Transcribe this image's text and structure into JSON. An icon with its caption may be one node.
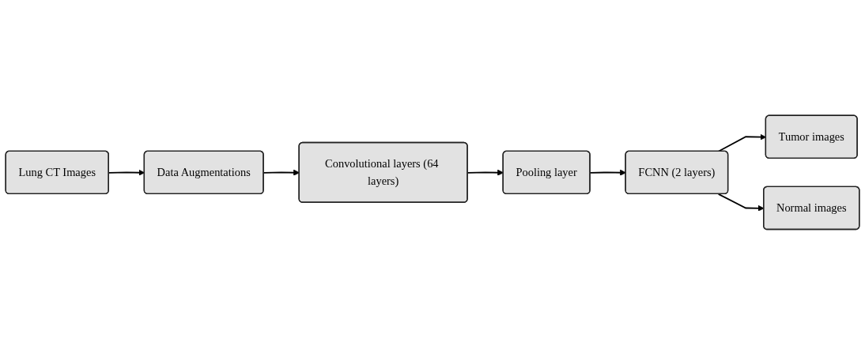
{
  "diagram": {
    "nodes": [
      {
        "text": [
          "Lung CT Images"
        ]
      },
      {
        "text": [
          "Data Augmentations"
        ]
      },
      {
        "text": [
          "Convolutional layers (64 layers)"
        ]
      },
      {
        "text": [
          "Pooling layer"
        ]
      },
      {
        "text": [
          "FCNN (2 layers)"
        ]
      },
      {
        "text": [
          "Tumor images"
        ]
      },
      {
        "text": [
          "Normal images"
        ]
      }
    ],
    "edges": [
      {
        "from": 0,
        "to": 1,
        "arrow": "to"
      },
      {
        "from": 1,
        "to": 2,
        "arrow": "to"
      },
      {
        "from": 2,
        "to": 3,
        "arrow": "to"
      },
      {
        "from": 3,
        "to": 4,
        "arrow": "to"
      },
      {
        "from": 4,
        "to": 5,
        "arrow": "to"
      },
      {
        "from": 4,
        "to": 6,
        "arrow": "to"
      }
    ]
  }
}
